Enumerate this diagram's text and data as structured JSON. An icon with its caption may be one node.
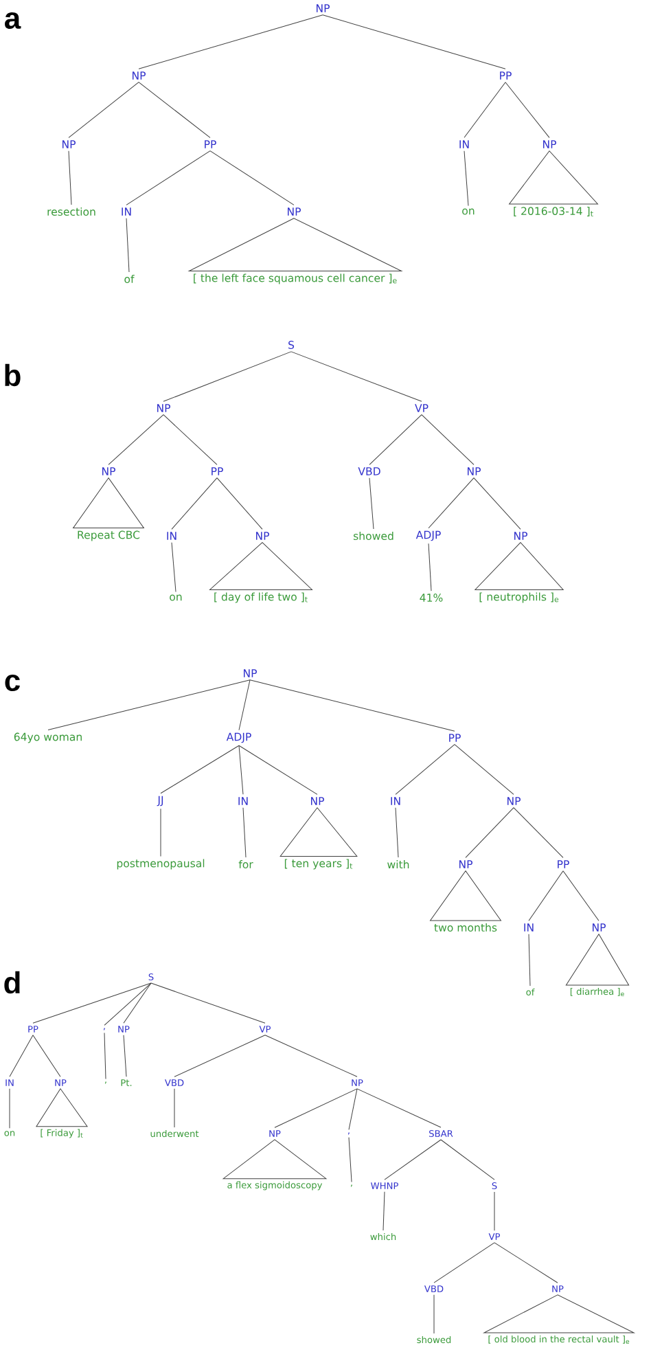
{
  "diagram": {
    "nodes": [
      {
        "text": [
          "NP"
        ]
      },
      {
        "text": [
          "NP"
        ]
      },
      {
        "text": [
          "PP"
        ]
      },
      {
        "text": [
          "NP"
        ]
      },
      {
        "text": [
          "PP"
        ]
      },
      {
        "text": [
          "IN"
        ]
      },
      {
        "text": [
          "NP"
        ]
      },
      {
        "text": [
          "resection"
        ]
      },
      {
        "text": [
          "IN"
        ]
      },
      {
        "text": [
          "NP"
        ]
      },
      {
        "text": [
          "on"
        ]
      },
      {
        "text": [
          "[ 2016-03-14 ]$_{t}$"
        ]
      },
      {
        "text": [
          "of"
        ]
      },
      {
        "text": [
          "[ the left face squamous cell cancer ]$_{e}$"
        ]
      },
      {
        "text": [
          "S"
        ]
      },
      {
        "text": [
          "NP"
        ]
      },
      {
        "text": [
          "VP"
        ]
      },
      {
        "text": [
          "NP"
        ]
      },
      {
        "text": [
          "PP"
        ]
      },
      {
        "text": [
          "VBD"
        ]
      },
      {
        "text": [
          "NP"
        ]
      },
      {
        "text": [
          "Repeat CBC"
        ]
      },
      {
        "text": [
          "IN"
        ]
      },
      {
        "text": [
          "NP"
        ]
      },
      {
        "text": [
          "showed"
        ]
      },
      {
        "text": [
          "ADJP"
        ]
      },
      {
        "text": [
          "NP"
        ]
      },
      {
        "text": [
          "on"
        ]
      },
      {
        "text": [
          "[ day of life two ]$_{t}$"
        ]
      },
      {
        "text": [
          "41%"
        ]
      },
      {
        "text": [
          "[ neutrophils ]$_{e}$"
        ]
      },
      {
        "text": [
          "NP"
        ]
      },
      {
        "text": [
          "64yo woman"
        ]
      },
      {
        "text": [
          "ADJP"
        ]
      },
      {
        "text": [
          "PP"
        ]
      },
      {
        "text": [
          "JJ"
        ]
      },
      {
        "text": [
          "IN"
        ]
      },
      {
        "text": [
          "NP"
        ]
      },
      {
        "text": [
          "IN"
        ]
      },
      {
        "text": [
          "NP"
        ]
      },
      {
        "text": [
          "postmenopausal"
        ]
      },
      {
        "text": [
          "for"
        ]
      },
      {
        "text": [
          "[ ten years ]$_{t}$"
        ]
      },
      {
        "text": [
          "with"
        ]
      },
      {
        "text": [
          "NP"
        ]
      },
      {
        "text": [
          "PP"
        ]
      },
      {
        "text": [
          "two months"
        ]
      },
      {
        "text": [
          "IN"
        ]
      },
      {
        "text": [
          "NP"
        ]
      },
      {
        "text": [
          "of"
        ]
      },
      {
        "text": [
          "[ diarrhea ]$_{e}$"
        ]
      },
      {
        "text": [
          "S"
        ]
      },
      {
        "text": [
          "PP"
        ]
      },
      {
        "text": [
          ","
        ]
      },
      {
        "text": [
          "NP"
        ]
      },
      {
        "text": [
          "VP"
        ]
      },
      {
        "text": [
          "IN"
        ]
      },
      {
        "text": [
          "NP"
        ]
      },
      {
        "text": [
          ","
        ]
      },
      {
        "text": [
          "Pt."
        ]
      },
      {
        "text": [
          "VBD"
        ]
      },
      {
        "text": [
          "NP"
        ]
      },
      {
        "text": [
          "on"
        ]
      },
      {
        "text": [
          "[ Friday ]$_{t}$"
        ]
      },
      {
        "text": [
          "underwent"
        ]
      },
      {
        "text": [
          "NP"
        ]
      },
      {
        "text": [
          ","
        ]
      },
      {
        "text": [
          "SBAR"
        ]
      },
      {
        "text": [
          "a flex sigmoidoscopy"
        ]
      },
      {
        "text": [
          ","
        ]
      },
      {
        "text": [
          "WHNP"
        ]
      },
      {
        "text": [
          "S"
        ]
      },
      {
        "text": [
          "which"
        ]
      },
      {
        "text": [
          "VP"
        ]
      },
      {
        "text": [
          "VBD"
        ]
      },
      {
        "text": [
          "NP"
        ]
      },
      {
        "text": [
          "showed"
        ]
      },
      {
        "text": [
          "[ old blood in the rectal vault ]$_{e}$"
        ]
      }
    ],
    "edges": [
      {
        "from": 0,
        "to": 1,
        "arrow": "none"
      },
      {
        "from": 0,
        "to": 2,
        "arrow": "none"
      },
      {
        "from": 1,
        "to": 3,
        "arrow": "none"
      },
      {
        "from": 1,
        "to": 4,
        "arrow": "none"
      },
      {
        "from": 3,
        "to": 7,
        "arrow": "none"
      },
      {
        "from": 4,
        "to": 8,
        "arrow": "none"
      },
      {
        "from": 4,
        "to": 9,
        "arrow": "none"
      },
      {
        "from": 8,
        "to": 12,
        "arrow": "none"
      },
      {
        "from": 9,
        "to": 13,
        "arrow": "none"
      },
      {
        "from": 2,
        "to": 5,
        "arrow": "none"
      },
      {
        "from": 2,
        "to": 6,
        "arrow": "none"
      },
      {
        "from": 5,
        "to": 10,
        "arrow": "none"
      },
      {
        "from": 6,
        "to": 11,
        "arrow": "none"
      },
      {
        "from": 14,
        "to": 15,
        "arrow": "none"
      },
      {
        "from": 14,
        "to": 16,
        "arrow": "none"
      },
      {
        "from": 15,
        "to": 17,
        "arrow": "none"
      },
      {
        "from": 15,
        "to": 18,
        "arrow": "none"
      },
      {
        "from": 17,
        "to": 21,
        "arrow": "none"
      },
      {
        "from": 18,
        "to": 22,
        "arrow": "none"
      },
      {
        "from": 18,
        "to": 23,
        "arrow": "none"
      },
      {
        "from": 22,
        "to": 27,
        "arrow": "none"
      },
      {
        "from": 23,
        "to": 28,
        "arrow": "none"
      },
      {
        "from": 16,
        "to": 19,
        "arrow": "none"
      },
      {
        "from": 16,
        "to": 20,
        "arrow": "none"
      },
      {
        "from": 19,
        "to": 24,
        "arrow": "none"
      },
      {
        "from": 20,
        "to": 25,
        "arrow": "none"
      },
      {
        "from": 20,
        "to": 26,
        "arrow": "none"
      },
      {
        "from": 25,
        "to": 29,
        "arrow": "none"
      },
      {
        "from": 26,
        "to": 30,
        "arrow": "none"
      },
      {
        "from": 31,
        "to": 32,
        "arrow": "none"
      },
      {
        "from": 31,
        "to": 33,
        "arrow": "none"
      },
      {
        "from": 31,
        "to": 34,
        "arrow": "none"
      },
      {
        "from": 33,
        "to": 35,
        "arrow": "none"
      },
      {
        "from": 33,
        "to": 36,
        "arrow": "none"
      },
      {
        "from": 33,
        "to": 37,
        "arrow": "none"
      },
      {
        "from": 35,
        "to": 40,
        "arrow": "none"
      },
      {
        "from": 36,
        "to": 41,
        "arrow": "none"
      },
      {
        "from": 37,
        "to": 42,
        "arrow": "none"
      },
      {
        "from": 34,
        "to": 38,
        "arrow": "none"
      },
      {
        "from": 34,
        "to": 39,
        "arrow": "none"
      },
      {
        "from": 38,
        "to": 43,
        "arrow": "none"
      },
      {
        "from": 39,
        "to": 44,
        "arrow": "none"
      },
      {
        "from": 39,
        "to": 45,
        "arrow": "none"
      },
      {
        "from": 44,
        "to": 46,
        "arrow": "none"
      },
      {
        "from": 45,
        "to": 47,
        "arrow": "none"
      },
      {
        "from": 45,
        "to": 48,
        "arrow": "none"
      },
      {
        "from": 47,
        "to": 49,
        "arrow": "none"
      },
      {
        "from": 48,
        "to": 50,
        "arrow": "none"
      },
      {
        "from": 51,
        "to": 52,
        "arrow": "none"
      },
      {
        "from": 51,
        "to": 53,
        "arrow": "none"
      },
      {
        "from": 51,
        "to": 54,
        "arrow": "none"
      },
      {
        "from": 51,
        "to": 55,
        "arrow": "none"
      },
      {
        "from": 52,
        "to": 56,
        "arrow": "none"
      },
      {
        "from": 52,
        "to": 57,
        "arrow": "none"
      },
      {
        "from": 56,
        "to": 62,
        "arrow": "none"
      },
      {
        "from": 57,
        "to": 63,
        "arrow": "none"
      },
      {
        "from": 53,
        "to": 58,
        "arrow": "none"
      },
      {
        "from": 54,
        "to": 59,
        "arrow": "none"
      },
      {
        "from": 55,
        "to": 60,
        "arrow": "none"
      },
      {
        "from": 55,
        "to": 61,
        "arrow": "none"
      },
      {
        "from": 60,
        "to": 64,
        "arrow": "none"
      },
      {
        "from": 61,
        "to": 65,
        "arrow": "none"
      },
      {
        "from": 61,
        "to": 66,
        "arrow": "none"
      },
      {
        "from": 61,
        "to": 67,
        "arrow": "none"
      },
      {
        "from": 65,
        "to": 68,
        "arrow": "none"
      },
      {
        "from": 66,
        "to": 69,
        "arrow": "none"
      },
      {
        "from": 67,
        "to": 70,
        "arrow": "none"
      },
      {
        "from": 67,
        "to": 71,
        "arrow": "none"
      },
      {
        "from": 70,
        "to": 72,
        "arrow": "none"
      },
      {
        "from": 71,
        "to": 73,
        "arrow": "none"
      },
      {
        "from": 73,
        "to": 74,
        "arrow": "none"
      },
      {
        "from": 73,
        "to": 75,
        "arrow": "none"
      },
      {
        "from": 74,
        "to": 76,
        "arrow": "none"
      },
      {
        "from": 75,
        "to": 77,
        "arrow": "none"
      }
    ],
    "labels": [
      "a",
      "b",
      "c",
      "d"
    ]
  }
}
